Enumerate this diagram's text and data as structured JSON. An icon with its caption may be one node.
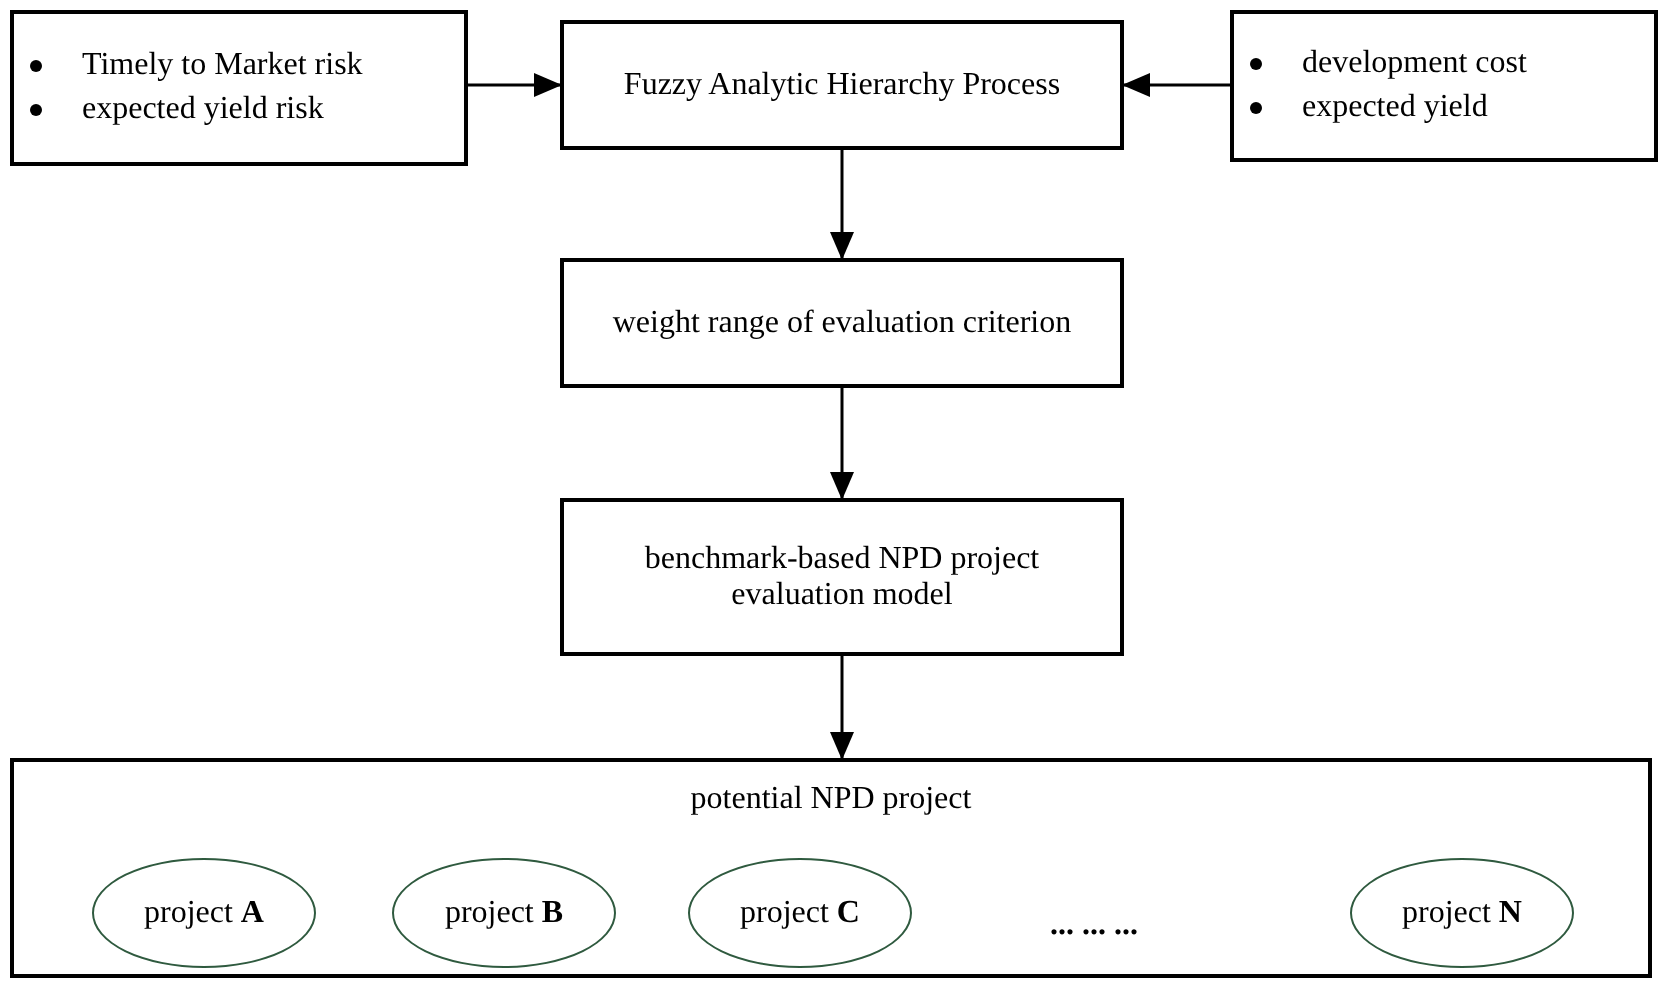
{
  "diagram": {
    "nodes": [
      {
        "text": [
          "Timely to Market risk",
          "expected yield risk"
        ]
      },
      {
        "text": [
          "Fuzzy Analytic Hierarchy Process"
        ]
      },
      {
        "text": [
          "development cost",
          "expected yield"
        ]
      },
      {
        "text": [
          "weight range of evaluation criterion"
        ]
      },
      {
        "text": [
          "benchmark-based NPD project evaluation model"
        ]
      },
      {
        "text": [
          "potential NPD project"
        ]
      },
      {
        "text": [
          "project **A**"
        ],
        "in": 5
      },
      {
        "text": [
          "project **B**"
        ],
        "in": 5
      },
      {
        "text": [
          "project **C**"
        ],
        "in": 5
      },
      {
        "text": [
          "project **N**"
        ],
        "in": 5
      }
    ],
    "edges": [
      {
        "from": 0,
        "to": 1,
        "arrow": "to"
      },
      {
        "from": 2,
        "to": 1,
        "arrow": "to"
      },
      {
        "from": 1,
        "to": 3,
        "arrow": "to"
      },
      {
        "from": 3,
        "to": 4,
        "arrow": "to"
      },
      {
        "from": 4,
        "to": 5,
        "arrow": "to"
      }
    ],
    "labels": [
      "... ... ..."
    ]
  }
}
